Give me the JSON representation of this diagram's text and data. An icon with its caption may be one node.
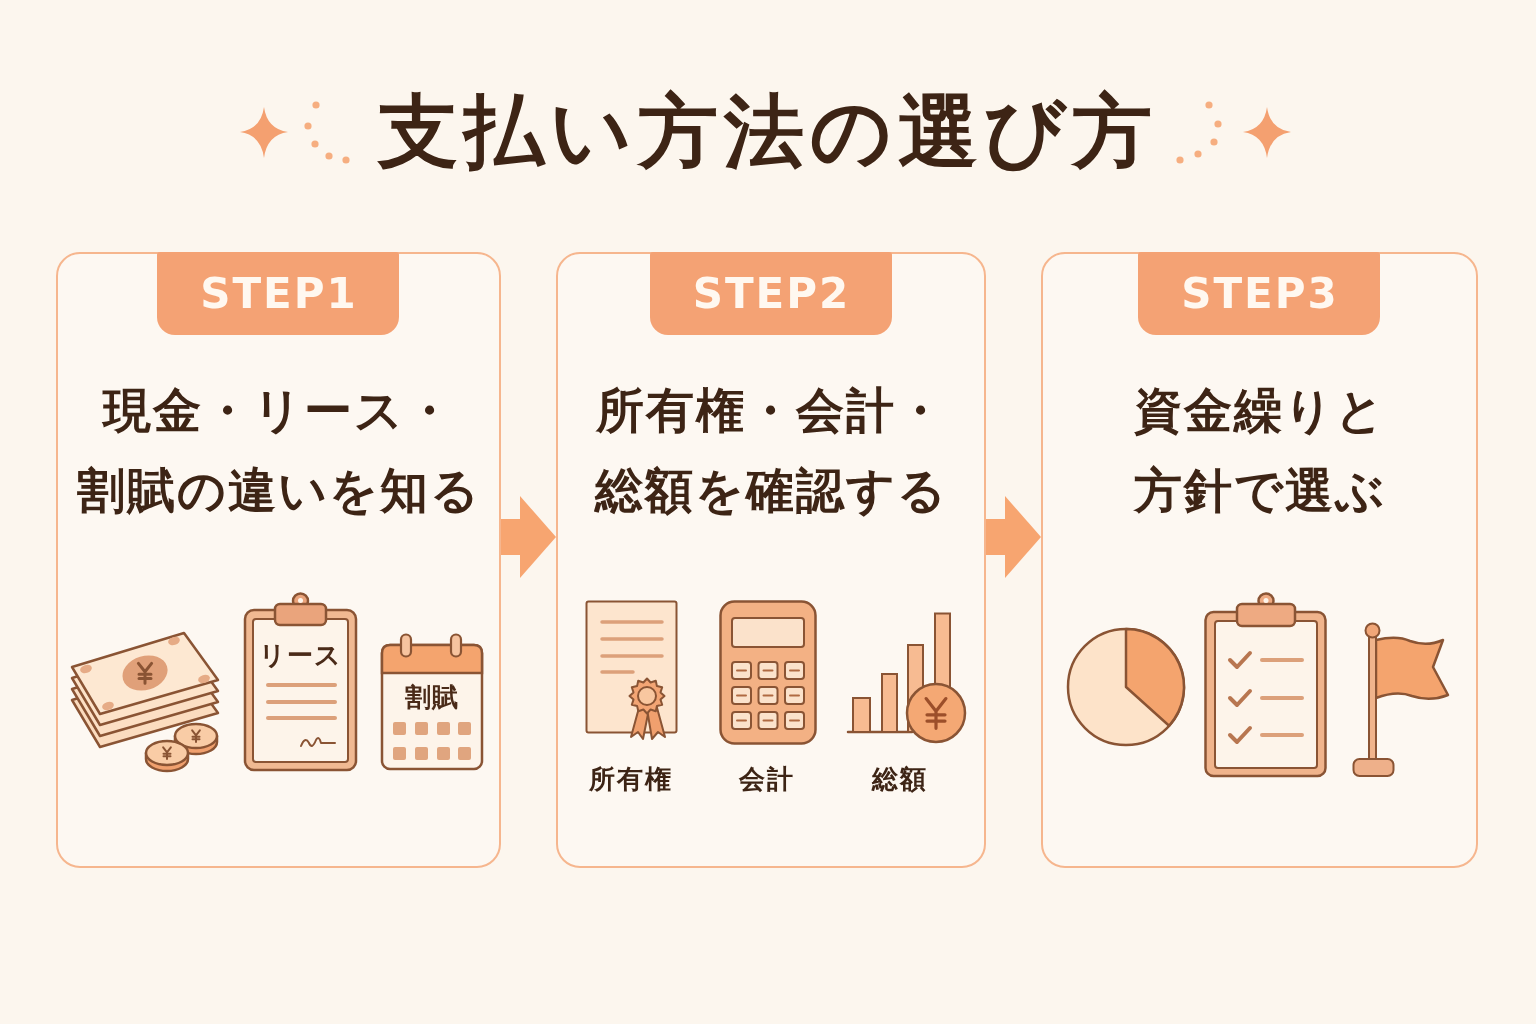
{
  "diagram": {
    "title": "支払い方法の選び方",
    "nodes": [
      {
        "text": [
          "現金・リース・割賦の違いを知る"
        ]
      },
      {
        "text": [
          "STEP1"
        ],
        "in": 0
      },
      {
        "text": [
          "リース"
        ],
        "in": 0
      },
      {
        "text": [
          "割賦"
        ],
        "in": 0
      },
      {
        "text": [
          "所有権・会計・総額を確認する"
        ]
      },
      {
        "text": [
          "STEP2"
        ],
        "in": 4
      },
      {
        "text": [
          "資金繰りと方針で選ぶ"
        ]
      },
      {
        "text": [
          "STEP3"
        ],
        "in": 6
      }
    ],
    "edges": [
      {
        "from": 0,
        "to": 4,
        "arrow": "to"
      },
      {
        "from": 4,
        "to": 6,
        "arrow": "to"
      }
    ],
    "labels": [
      "所有権",
      "会計",
      "総額"
    ]
  }
}
